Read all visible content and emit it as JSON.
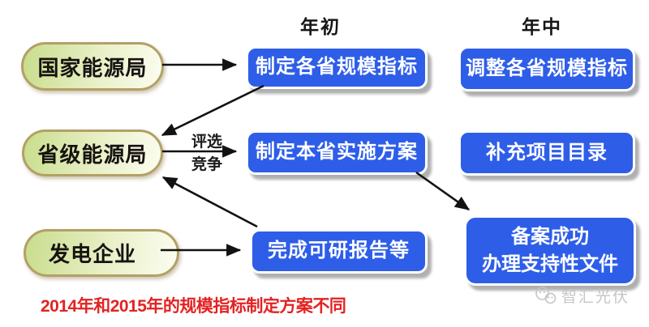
{
  "columns": {
    "year_start": "年初",
    "year_mid": "年中"
  },
  "actors": [
    {
      "label": "国家能源局"
    },
    {
      "label": "省级能源局"
    },
    {
      "label": "发电企业"
    }
  ],
  "steps": {
    "make_quota": "制定各省规模指标",
    "adjust_quota": "调整各省规模指标",
    "implementation_plan": "制定本省实施方案",
    "supplement_catalog": "补充项目目录",
    "feasibility_report": "完成可研报告等",
    "filing_line1": "备案成功",
    "filing_line2": "办理支持性文件"
  },
  "arrow_caption": {
    "line1": "评选",
    "line2": "竞争"
  },
  "footnote": "2014年和2015年的规模指标制定方案不同",
  "watermark": {
    "brand": "智汇光伏"
  },
  "colors": {
    "box_blue": "#2e5ee8",
    "pill_border_tan": "#b3a066",
    "pill_fill_green": "#c8dd8c",
    "note_red": "#e32222",
    "arrow_black": "#121212",
    "watermark_gray": "#c6c6c6",
    "shadow_gray": "#b0b0b0"
  }
}
